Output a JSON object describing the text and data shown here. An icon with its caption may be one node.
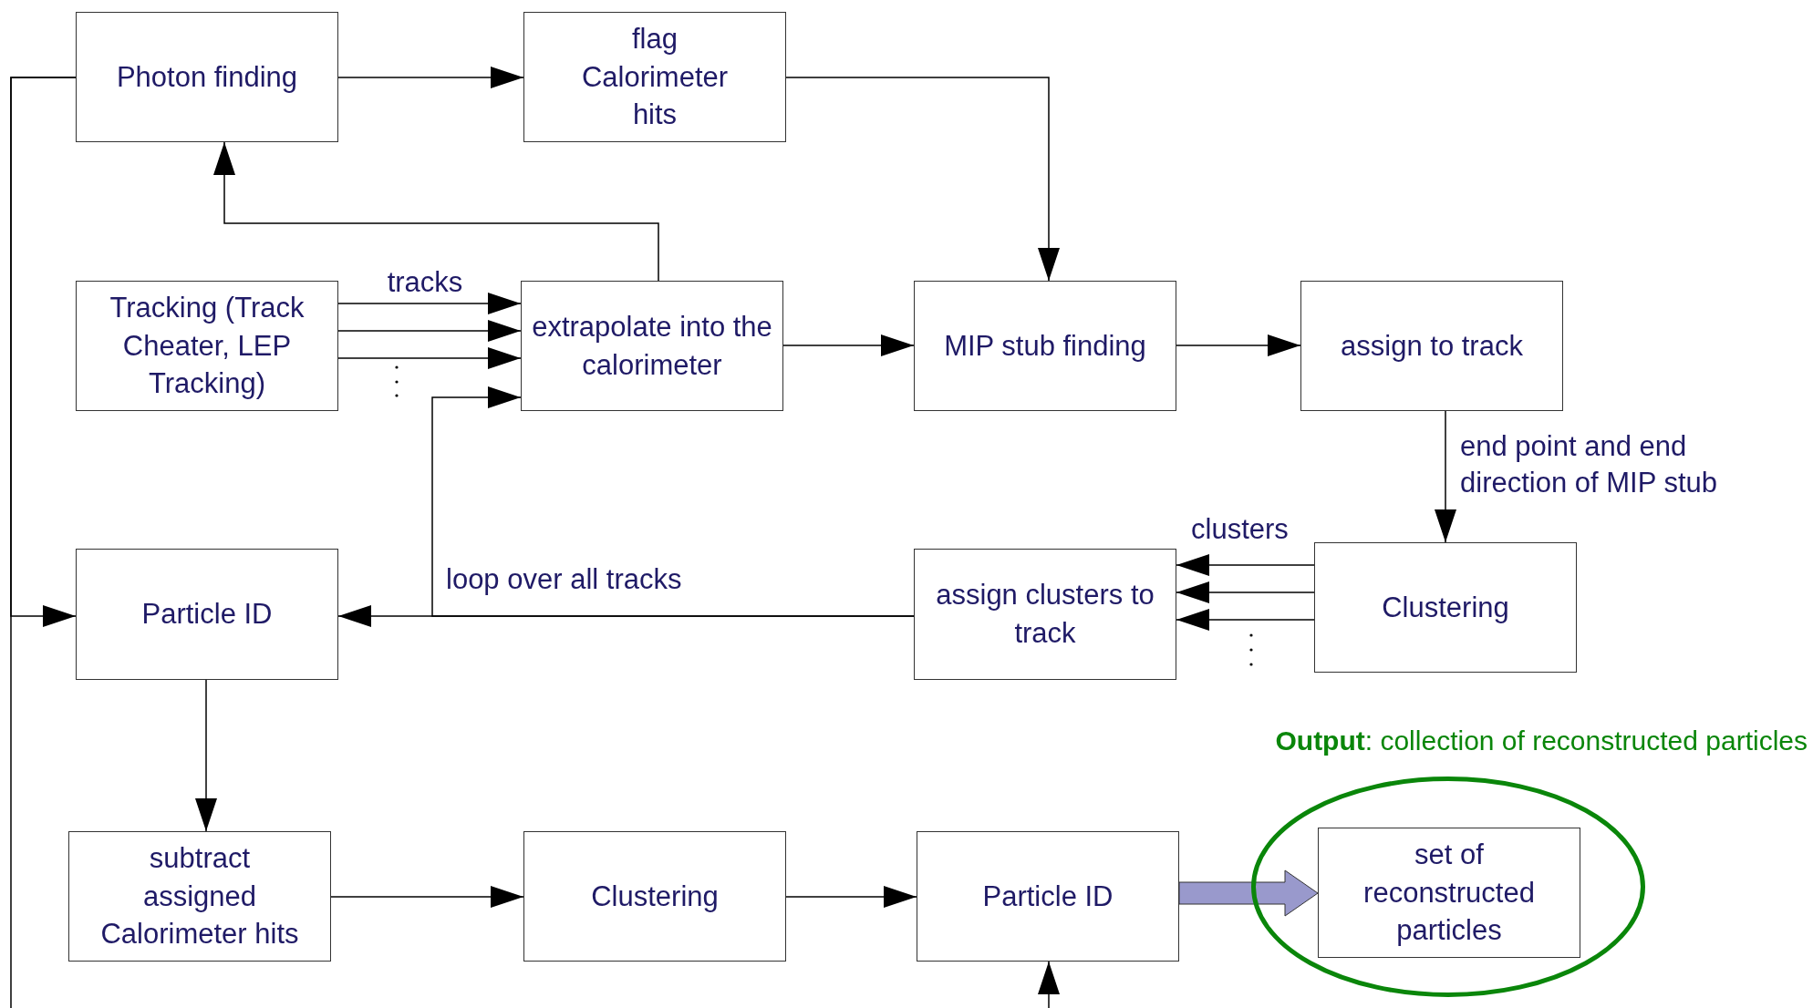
{
  "diagram": {
    "nodes": [
      {
        "text": [
          "Photon finding"
        ]
      },
      {
        "text": [
          "flag Calorimeter hits"
        ]
      },
      {
        "text": [
          "Tracking (Track Cheater, LEP Tracking)"
        ]
      },
      {
        "text": [
          "extrapolate into the calorimeter"
        ]
      },
      {
        "text": [
          "MIP stub finding"
        ]
      },
      {
        "text": [
          "assign to track"
        ]
      },
      {
        "text": [
          "Particle ID"
        ]
      },
      {
        "text": [
          "assign clusters to track"
        ]
      },
      {
        "text": [
          "Clustering"
        ]
      },
      {
        "text": [
          "subtract assigned Calorimeter hits"
        ]
      },
      {
        "text": [
          "Clustering"
        ]
      },
      {
        "text": [
          "Particle ID"
        ]
      },
      {
        "text": [],
        "shape": "ellipse",
        "beside": [
          "**Output**: collection of reconstructed particles"
        ]
      },
      {
        "text": [
          "set of reconstructed particles"
        ],
        "in": 12
      }
    ],
    "edges": [
      {
        "from": 0,
        "to": 1,
        "arrow": "to"
      },
      {
        "from": 1,
        "to": 4,
        "arrow": "to"
      },
      {
        "from": 3,
        "to": 0,
        "arrow": "to"
      },
      {
        "from": 2,
        "to": 3,
        "arrow": "to",
        "label": "tracks"
      },
      {
        "from": 2,
        "to": 3,
        "arrow": "to"
      },
      {
        "from": 2,
        "to": 3,
        "arrow": "to"
      },
      {
        "from": 3,
        "to": 4,
        "arrow": "to"
      },
      {
        "from": 4,
        "to": 5,
        "arrow": "to"
      },
      {
        "from": 5,
        "to": 8,
        "arrow": "to",
        "label": "end point and end direction of MIP stub"
      },
      {
        "from": 8,
        "to": 7,
        "arrow": "to",
        "label": "clusters"
      },
      {
        "from": 8,
        "to": 7,
        "arrow": "to"
      },
      {
        "from": 8,
        "to": 7,
        "arrow": "to"
      },
      {
        "from": 7,
        "to": 6,
        "arrow": "to"
      },
      {
        "from": 7,
        "to": 3,
        "arrow": "to",
        "label": "loop over all tracks"
      },
      {
        "from": 0,
        "to": 6,
        "arrow": "to"
      },
      {
        "from": 0,
        "to": null,
        "arrow": "none"
      },
      {
        "from": 6,
        "to": 9,
        "arrow": "to"
      },
      {
        "from": 9,
        "to": 10,
        "arrow": "to"
      },
      {
        "from": 10,
        "to": 11,
        "arrow": "to"
      },
      {
        "from": 11,
        "to": 13,
        "arrow": "to",
        "style": "thick",
        "color": "#9999cc"
      },
      {
        "from": null,
        "to": 11,
        "arrow": "to"
      }
    ]
  }
}
